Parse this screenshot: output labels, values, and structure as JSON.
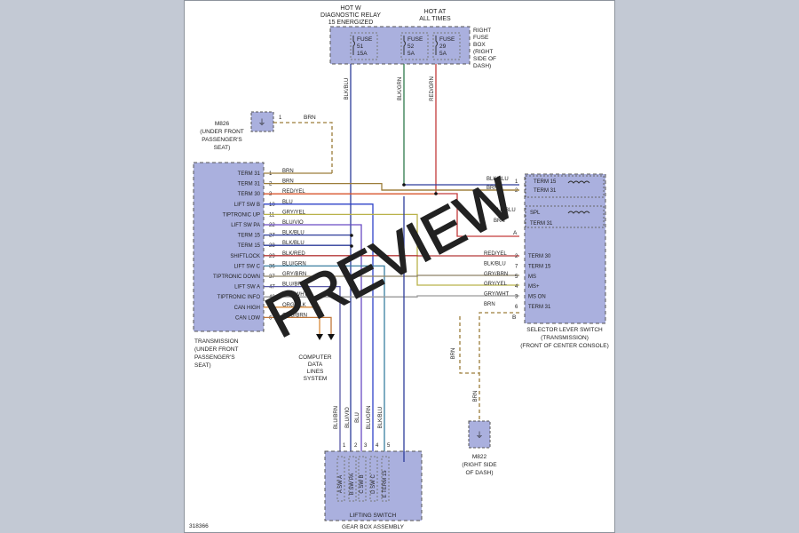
{
  "watermark": "PREVIEW",
  "figure_number": "318366",
  "headers": {
    "hot_w_line1": "HOT W",
    "hot_w_line2": "DIAGNOSTIC RELAY",
    "hot_w_line3": "15 ENERGIZED",
    "hot_at_line1": "HOT AT",
    "hot_at_line2": "ALL TIMES"
  },
  "fuse_box": {
    "label_lines": [
      "RIGHT",
      "FUSE",
      "BOX",
      "(RIGHT",
      "SIDE OF",
      "DASH)"
    ],
    "fuses": [
      {
        "name": "FUSE",
        "number": "51",
        "rating": "15A"
      },
      {
        "name": "FUSE",
        "number": "52",
        "rating": "5A"
      },
      {
        "name": "FUSE",
        "number": "29",
        "rating": "5A"
      }
    ],
    "out_wires": [
      "BLK/BLU",
      "BLK/GRN",
      "RED/GRN"
    ]
  },
  "ground_m826": {
    "label_lines": [
      "M826",
      "(UNDER FRONT",
      "PASSENGER'S",
      "SEAT)"
    ],
    "pin": "1",
    "wire": "BRN"
  },
  "ground_m822": {
    "label_lines": [
      "M822",
      "(RIGHT SIDE",
      "OF DASH)"
    ],
    "wire": "BRN"
  },
  "transmission": {
    "label_lines": [
      "TRANSMISSION",
      "(UNDER FRONT",
      "PASSENGER'S",
      "SEAT)"
    ],
    "rows": [
      {
        "label": "TERM 31",
        "pin": "1",
        "wire": "BRN",
        "color": "#9c7d3a"
      },
      {
        "label": "TERM 31",
        "pin": "2",
        "wire": "BRN",
        "color": "#9c7d3a"
      },
      {
        "label": "TERM 30",
        "pin": "3",
        "wire": "RED/YEL",
        "color": "#d8542c"
      },
      {
        "label": "LIFT SW B",
        "pin": "10",
        "wire": "BLU",
        "color": "#2f43c8"
      },
      {
        "label": "TIPTRONIC UP",
        "pin": "11",
        "wire": "GRY/YEL",
        "color": "#b9b24a"
      },
      {
        "label": "LIFT SW PA",
        "pin": "22",
        "wire": "BLU/VIO",
        "color": "#6a4cc4"
      },
      {
        "label": "TERM 15",
        "pin": "27",
        "wire": "BLK/BLU",
        "color": "#2d3c9a"
      },
      {
        "label": "TERM 15",
        "pin": "28",
        "wire": "BLK/BLU",
        "color": "#2d3c9a"
      },
      {
        "label": "SHIFTLOCK",
        "pin": "29",
        "wire": "BLK/RED",
        "color": "#b53939"
      },
      {
        "label": "LIFT SW C",
        "pin": "36",
        "wire": "BLU/GRN",
        "color": "#3a7fa0"
      },
      {
        "label": "TIPTRONIC DOWN",
        "pin": "37",
        "wire": "GRY/BRN",
        "color": "#8e8268"
      },
      {
        "label": "LIFT SW A",
        "pin": "47",
        "wire": "BLU/BRN",
        "color": "#5a5aa8"
      },
      {
        "label": "TIPTRONIC INFO",
        "pin": "48",
        "wire": "GRY/WHT",
        "color": "#9a9a9a"
      },
      {
        "label": "CAN HIGH",
        "pin": "5",
        "wire": "ORG/BLK",
        "color": "#d88a3a"
      },
      {
        "label": "CAN LOW",
        "pin": "6",
        "wire": "ORG/BRN",
        "color": "#c0773a"
      }
    ]
  },
  "computer_data": [
    "COMPUTER",
    "DATA",
    "LINES",
    "SYSTEM"
  ],
  "selector": {
    "label_lines": [
      "SELECTOR LEVER SWITCH",
      "(TRANSMISSION)",
      "(FRONT OF CENTER CONSOLE)"
    ],
    "top_rows": [
      {
        "wire": "BLK/BLU",
        "pin": "1",
        "label": "TERM 15"
      },
      {
        "wire": "BRN",
        "pin": "2",
        "label": "TERM 31"
      }
    ],
    "spl_rows": [
      {
        "wire": "BLK/BLU",
        "pin": "",
        "label": "SPL"
      },
      {
        "wire": "BRN",
        "pin": "",
        "label": "TERM 31"
      }
    ],
    "connector_letter": "A",
    "rows": [
      {
        "wire": "RED/YEL",
        "pin": "2",
        "label": "TERM 30"
      },
      {
        "wire": "BLK/BLU",
        "pin": "7",
        "label": "TERM 15"
      },
      {
        "wire": "GRY/BRN",
        "pin": "5",
        "label": "MS"
      },
      {
        "wire": "GRY/YEL",
        "pin": "4",
        "label": "MS+"
      },
      {
        "wire": "GRY/WHT",
        "pin": "3",
        "label": "MS   ON"
      },
      {
        "wire": "BRN",
        "pin": "6",
        "label": "TERM 31"
      }
    ],
    "bottom_letter": "B",
    "ground_wires": [
      "BRN",
      "BRN"
    ]
  },
  "gearbox": {
    "title": "GEAR BOX ASSEMBLY",
    "subtitle": "LIFTING SWITCH",
    "vertical_wires": [
      "BLU/BRN",
      "BLU/VIO",
      "BLU",
      "BLU/GRN",
      "BLK/BLU"
    ],
    "pins": [
      {
        "pin": "1",
        "label": "A SW A"
      },
      {
        "pin": "2",
        "label": "B SW PA"
      },
      {
        "pin": "3",
        "label": "C SW B"
      },
      {
        "pin": "4",
        "label": "D SW C"
      },
      {
        "pin": "5",
        "label": "E TERM 15"
      }
    ]
  }
}
